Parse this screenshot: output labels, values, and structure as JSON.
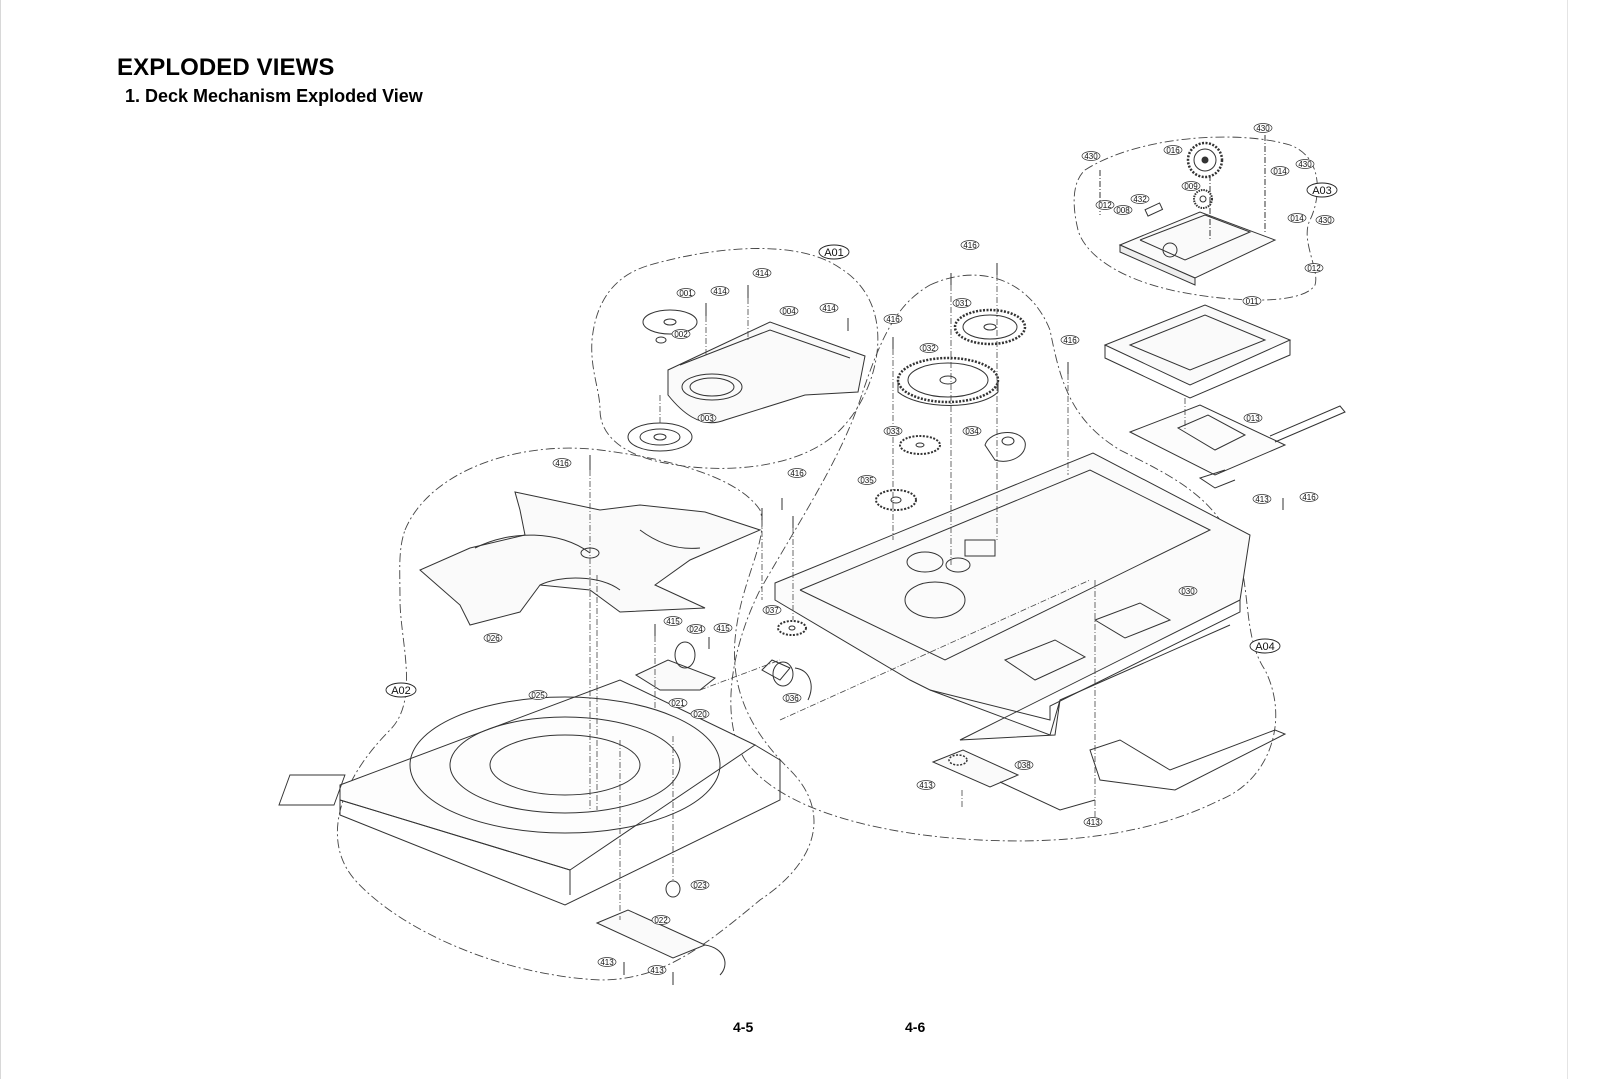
{
  "page": {
    "title": "EXPLODED VIEWS",
    "subtitle": "1. Deck Mechanism Exploded View",
    "page_left": "4-5",
    "page_right": "4-6"
  },
  "groups": [
    {
      "id": "A01",
      "label": "A01"
    },
    {
      "id": "A02",
      "label": "A02"
    },
    {
      "id": "A03",
      "label": "A03"
    },
    {
      "id": "A04",
      "label": "A04"
    }
  ],
  "part_labels": [
    {
      "name": "a03-430-top",
      "text": "430"
    },
    {
      "name": "a03-430-left",
      "text": "430"
    },
    {
      "name": "a03-016",
      "text": "016"
    },
    {
      "name": "a03-430-right",
      "text": "430"
    },
    {
      "name": "a03-014-top",
      "text": "014"
    },
    {
      "name": "a03-009",
      "text": "009"
    },
    {
      "name": "a03-432",
      "text": "432"
    },
    {
      "name": "a03-012-left",
      "text": "012"
    },
    {
      "name": "a03-008",
      "text": "008"
    },
    {
      "name": "a03-014-right",
      "text": "014"
    },
    {
      "name": "a03-430-far",
      "text": "430"
    },
    {
      "name": "a03-012-right",
      "text": "012"
    },
    {
      "name": "a04-416-top",
      "text": "416"
    },
    {
      "name": "a04-031",
      "text": "031"
    },
    {
      "name": "a04-416-left",
      "text": "416"
    },
    {
      "name": "a04-416-right",
      "text": "416"
    },
    {
      "name": "a04-032",
      "text": "032"
    },
    {
      "name": "a04-033",
      "text": "033"
    },
    {
      "name": "a04-034",
      "text": "034"
    },
    {
      "name": "a04-011",
      "text": "011"
    },
    {
      "name": "a04-013",
      "text": "013"
    },
    {
      "name": "a04-413-right",
      "text": "413"
    },
    {
      "name": "a04-416-far",
      "text": "416"
    },
    {
      "name": "a04-416-mid",
      "text": "416"
    },
    {
      "name": "a04-035",
      "text": "035"
    },
    {
      "name": "a04-030",
      "text": "030"
    },
    {
      "name": "a04-037",
      "text": "037"
    },
    {
      "name": "a04-036",
      "text": "036"
    },
    {
      "name": "a04-038",
      "text": "038"
    },
    {
      "name": "a04-413-bottom",
      "text": "413"
    },
    {
      "name": "a04-413-lower",
      "text": "413"
    },
    {
      "name": "a01-414-top",
      "text": "414"
    },
    {
      "name": "a01-001",
      "text": "001"
    },
    {
      "name": "a01-414-mid",
      "text": "414"
    },
    {
      "name": "a01-004",
      "text": "004"
    },
    {
      "name": "a01-414-right",
      "text": "414"
    },
    {
      "name": "a01-002",
      "text": "002"
    },
    {
      "name": "a01-003",
      "text": "003"
    },
    {
      "name": "a02-416",
      "text": "416"
    },
    {
      "name": "a02-026",
      "text": "026"
    },
    {
      "name": "a02-415-left",
      "text": "415"
    },
    {
      "name": "a02-024",
      "text": "024"
    },
    {
      "name": "a02-415-right",
      "text": "415"
    },
    {
      "name": "a02-025",
      "text": "025"
    },
    {
      "name": "a02-021",
      "text": "021"
    },
    {
      "name": "a02-020",
      "text": "020"
    },
    {
      "name": "a02-023",
      "text": "023"
    },
    {
      "name": "a02-022",
      "text": "022"
    },
    {
      "name": "a02-413-left",
      "text": "413"
    },
    {
      "name": "a02-413-right",
      "text": "413"
    }
  ]
}
